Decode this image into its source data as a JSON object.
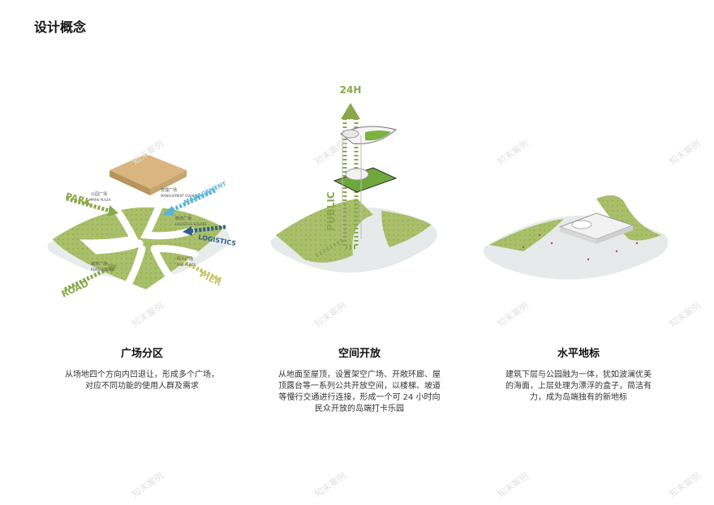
{
  "page": {
    "title": "设计概念"
  },
  "diagram1": {
    "labels": {
      "park": "PARK",
      "park_cn": "公园广场",
      "park_en": "PARK PLAZA",
      "mgmt_cn": "管理广场",
      "mgmt_en": "MANAGEMENT SQUARE",
      "mgmt": "MANAGEMENT",
      "log_cn": "物流广场",
      "log_en": "LOGISTICS SQUARE",
      "logistics": "LOGISTICS",
      "road": "ROAD",
      "road_cn": "城市广场",
      "road_en": "ROAD SQUARE",
      "pier": "PIER",
      "pier_cn": "码头广场",
      "pier_en": "PIER PLAZA"
    }
  },
  "diagram2": {
    "labels": {
      "h24": "24H",
      "public": "PUBLIC"
    }
  },
  "sections": [
    {
      "title": "广场分区",
      "lines": [
        "从场地四个方向内凹退让，形成多个广场，",
        "对应不同功能的使用人群及需求"
      ]
    },
    {
      "title": "空间开放",
      "lines": [
        "从地面至屋顶，设置架空广场、开敞环廊、屋",
        "顶露台等一系列公共开放空间，以楼梯、坡道",
        "等慢行交通进行连接，形成一个可 24 小时向",
        "民众开放的岛端打卡乐园"
      ]
    },
    {
      "title": "水平地标",
      "lines": [
        "建筑下层与公园融为一体，犹如波澜优美",
        "的海面，上层处理为漂浮的盒子，简洁有",
        "力，成为岛端独有的新地标"
      ]
    }
  ],
  "watermark": "知末案例",
  "colors": {
    "green": "#8aa84a",
    "grass": "#a9bf6a",
    "box": "#d9b57f",
    "blue": "#58b4d6",
    "navy": "#2f5f8a",
    "yellow": "#c9c66e"
  }
}
